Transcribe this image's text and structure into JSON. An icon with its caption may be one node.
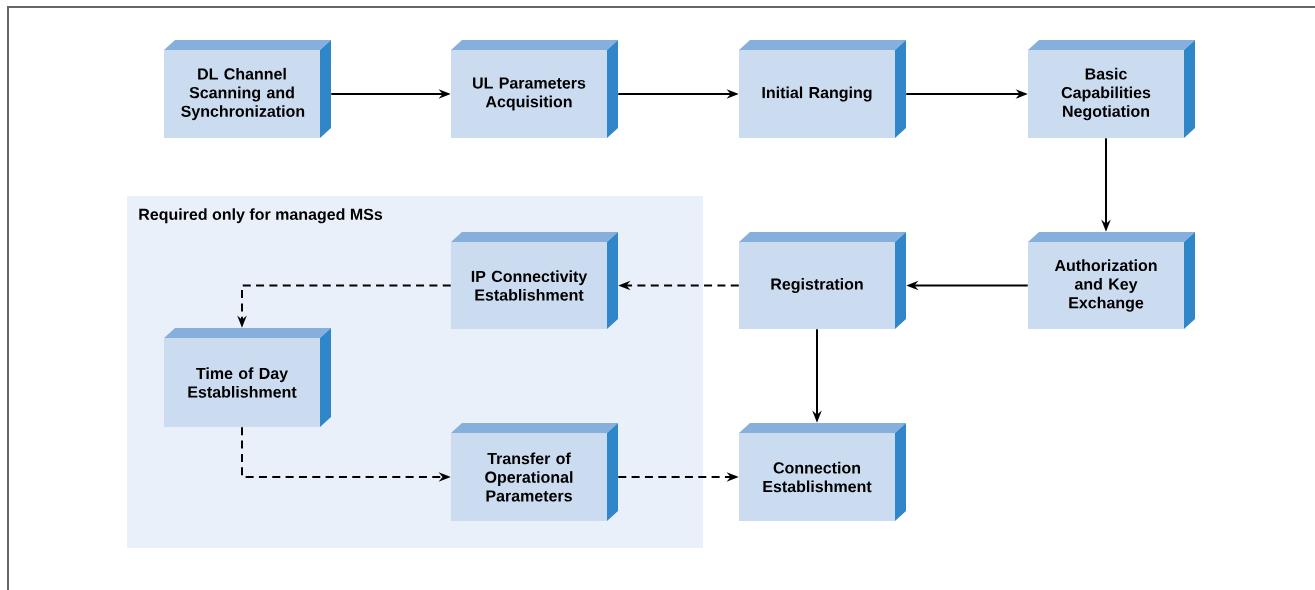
{
  "diagram": {
    "nodes": [
      {
        "text": [
          "DL Channel Scanning and Synchronization"
        ]
      },
      {
        "text": [
          "UL Parameters Acquisition"
        ]
      },
      {
        "text": [
          "Initial Ranging"
        ]
      },
      {
        "text": [
          "Basic Capabilities Negotiation"
        ]
      },
      {
        "text": [
          "Authorization and Key Exchange"
        ]
      },
      {
        "text": [
          "Registration"
        ]
      },
      {
        "text": [
          "Required only for managed MSs"
        ]
      },
      {
        "text": [
          "IP Connectivity Establishment"
        ],
        "in": 6
      },
      {
        "text": [
          "Time of Day Establishment"
        ],
        "in": 6
      },
      {
        "text": [
          "Transfer of Operational Parameters"
        ],
        "in": 6
      },
      {
        "text": [
          "Connection Establishment"
        ]
      }
    ],
    "edges": [
      {
        "from": 0,
        "to": 1,
        "arrow": "to"
      },
      {
        "from": 1,
        "to": 2,
        "arrow": "to"
      },
      {
        "from": 2,
        "to": 3,
        "arrow": "to"
      },
      {
        "from": 3,
        "to": 4,
        "arrow": "to"
      },
      {
        "from": 4,
        "to": 5,
        "arrow": "to"
      },
      {
        "from": 5,
        "to": 7,
        "arrow": "to",
        "style": "dashed"
      },
      {
        "from": 7,
        "to": 8,
        "arrow": "to",
        "style": "dashed"
      },
      {
        "from": 8,
        "to": 9,
        "arrow": "to",
        "style": "dashed"
      },
      {
        "from": 9,
        "to": 10,
        "arrow": "to",
        "style": "dashed"
      },
      {
        "from": 5,
        "to": 10,
        "arrow": "to"
      }
    ]
  }
}
